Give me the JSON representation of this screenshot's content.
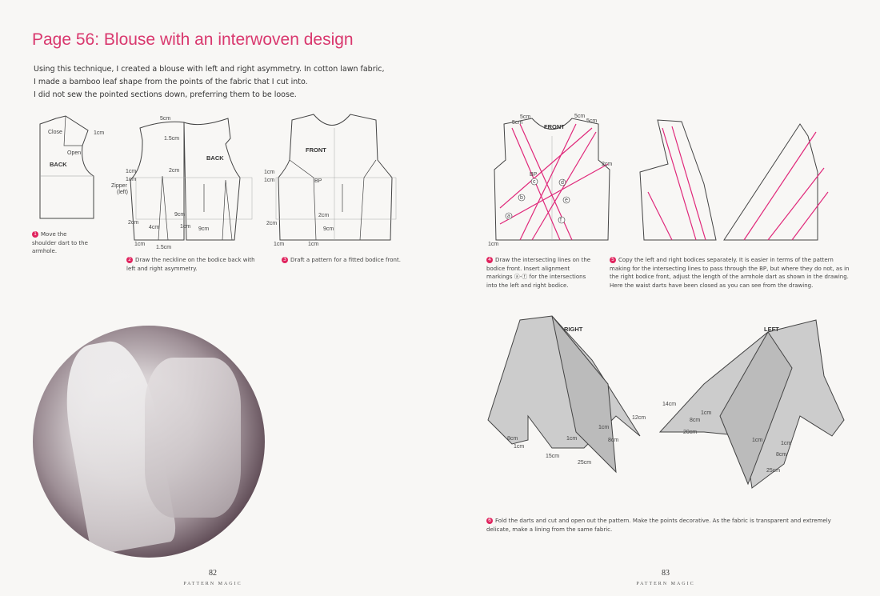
{
  "title": "Page 56: Blouse with an interwoven design",
  "intro": [
    "Using this technique, I created a blouse with left and right asymmetry. In cotton lawn fabric,",
    "I made a bamboo leaf shape from the points of the fabric that I cut into.",
    "I did not sew the pointed sections down, preferring them to be loose."
  ],
  "steps": [
    {
      "num": "1",
      "text": "Move the shoulder dart to the armhole."
    },
    {
      "num": "2",
      "text": "Draw the neckline on the bodice back with left and right asymmetry."
    },
    {
      "num": "3",
      "text": "Draft a pattern for a fitted bodice front."
    },
    {
      "num": "4",
      "text": "Draw the intersecting lines on the bodice front. Insert alignment markings ⓐ-ⓕ for the intersections into the left and right bodice."
    },
    {
      "num": "5",
      "text": "Copy the left and right bodices separately. It is easier in terms of the pattern making for the intersecting lines to pass through the BP, but where they do not, as in the right bodice front, adjust the length of the armhole dart as shown in the drawing. Here the waist darts have been closed as you can see from the drawing."
    },
    {
      "num": "6",
      "text": "Fold the darts and cut and open out the pattern. Make the points decorative. As the fabric is transparent and extremely delicate, make a lining from the same fabric."
    }
  ],
  "diagram_labels": {
    "d1": {
      "close": "Close",
      "open": "Open",
      "back": "BACK",
      "m1": "1cm"
    },
    "d2": {
      "back": "BACK",
      "m5": "5cm",
      "m15": "1.5cm",
      "m1a": "1cm",
      "m1b": "1cm",
      "zipper": "Zipper",
      "left": "(left)",
      "m2a": "2cm",
      "m2b": "2cm",
      "m9a": "9cm",
      "m4": "4cm",
      "m1c": "1cm",
      "m9b": "9cm",
      "m1d": "1cm",
      "m15b": "1.5cm"
    },
    "d3": {
      "front": "FRONT",
      "bp": "BP",
      "m1a": "1cm",
      "m1b": "1cm",
      "m2a": "2cm",
      "m2b": "2cm",
      "m9": "9cm",
      "m1c": "1cm",
      "m1d": "1cm"
    },
    "d4": {
      "front": "FRONT",
      "bp": "BP",
      "m5a": "5cm",
      "m5b": "5cm",
      "m5c": "5cm",
      "m5d": "5cm",
      "m2": "2cm",
      "m1": "1cm"
    },
    "d6": {
      "right": "RIGHT",
      "left": "LEFT",
      "m12": "12cm",
      "m8a": "8cm",
      "m1a": "1cm",
      "m15": "15cm",
      "m1b": "1cm",
      "m1c": "1cm",
      "m8b": "8cm",
      "m25a": "25cm",
      "m14": "14cm",
      "m1d": "1cm",
      "m8c": "8cm",
      "m20": "20cm",
      "m1e": "1cm",
      "m1f": "1cm",
      "m8d": "8cm",
      "m25b": "25cm"
    }
  },
  "marks": [
    "a",
    "b",
    "c",
    "d",
    "e",
    "f"
  ],
  "pages": {
    "left": {
      "number": "82",
      "footer": "PATTERN MAGIC"
    },
    "right": {
      "number": "83",
      "footer": "PATTERN MAGIC"
    }
  },
  "colors": {
    "accent": "#d9386e",
    "line_pink": "#e0287a"
  }
}
